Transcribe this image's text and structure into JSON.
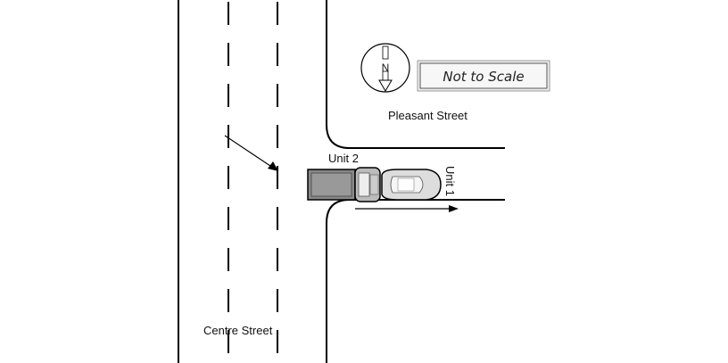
{
  "streets": {
    "main": "Centre Street",
    "side": "Pleasant Street"
  },
  "north_indicator": {
    "letter": "N",
    "icon": "north-arrow-icon"
  },
  "scale_note": "Not to Scale",
  "units": [
    {
      "label": "Unit 2",
      "type": "pickup-truck"
    },
    {
      "label": "Unit 1",
      "type": "car"
    }
  ],
  "colors": {
    "line": "#000000",
    "vehicle_fill": "#888888",
    "vehicle_light": "#dcdcdc",
    "background": "#ffffff"
  }
}
